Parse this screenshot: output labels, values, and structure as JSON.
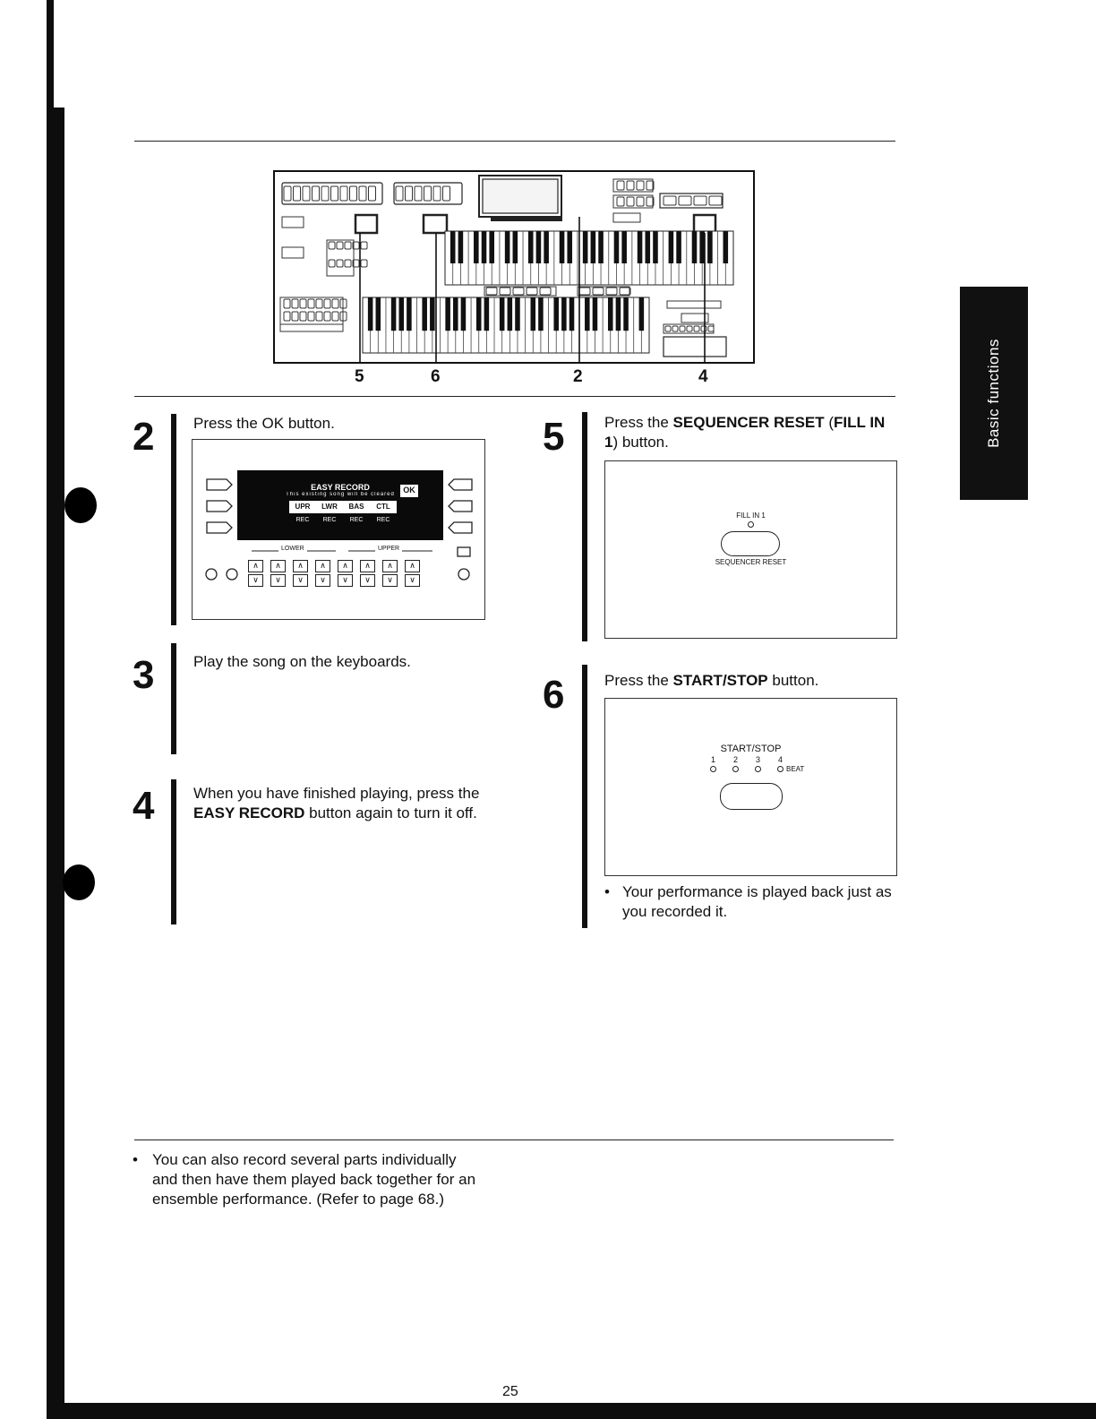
{
  "side_tab": {
    "label": "Basic functions"
  },
  "panel": {
    "callouts": [
      "5",
      "6",
      "2",
      "4"
    ]
  },
  "steps": [
    {
      "number": "2",
      "text": "Press the OK button."
    },
    {
      "number": "3",
      "text": "Play the song on the keyboards."
    },
    {
      "number": "4",
      "pre": "When you have finished playing, press the ",
      "bold": "EASY RECORD",
      "post": " button again to turn it off."
    },
    {
      "number": "5",
      "pre": "Press the ",
      "bold": "SEQUENCER RESET",
      "mid": " (",
      "bold2": "FILL IN 1",
      "post": ") button."
    },
    {
      "number": "6",
      "pre": "Press the ",
      "bold": "START/STOP",
      "post": " button."
    }
  ],
  "display": {
    "title": "EASY RECORD",
    "message": "This existing song will be cleared",
    "ok": "OK",
    "rec_labels": [
      "REC",
      "REC",
      "REC",
      "REC"
    ],
    "parts": [
      "UPR",
      "LWR",
      "BAS",
      "CTL"
    ],
    "lower_label": "LOWER",
    "upper_label": "UPPER"
  },
  "fill_in": {
    "top_label": "FILL IN 1",
    "bottom_label": "SEQUENCER RESET"
  },
  "start_stop": {
    "label": "START/STOP",
    "beats": [
      "1",
      "2",
      "3",
      "4"
    ],
    "beat_label": "BEAT"
  },
  "step6_bullet": "Your performance is played back just as you recorded it.",
  "footer_note": "You can also record several parts individually and then have them played back together for an ensemble performance. (Refer to page 68.)",
  "page_number": "25"
}
